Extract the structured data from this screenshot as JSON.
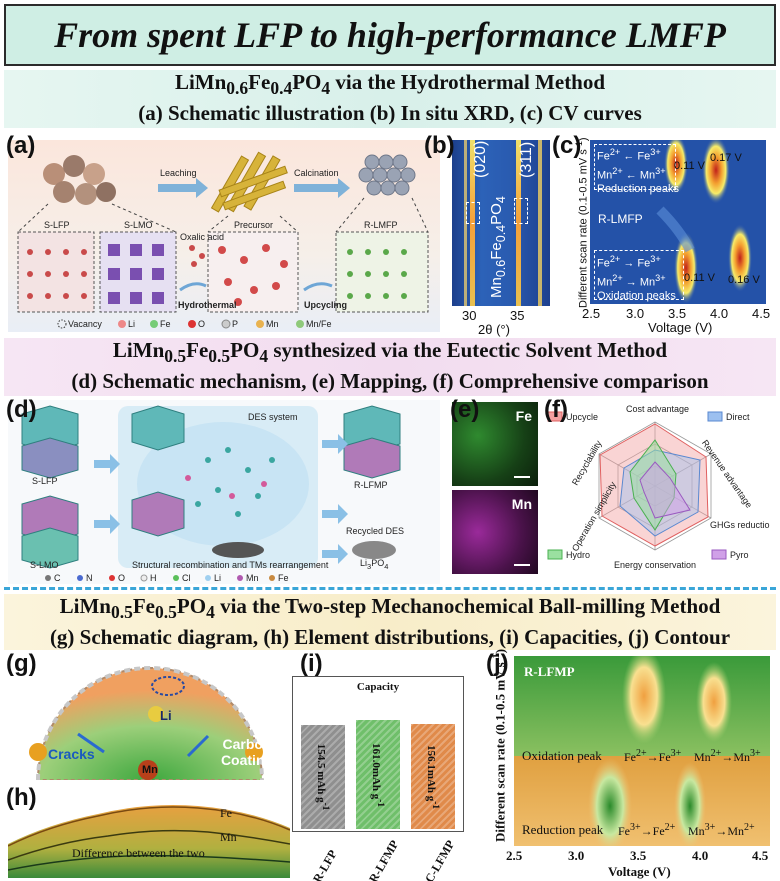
{
  "title": "From spent LFP to high-performance LMFP",
  "section1": {
    "heading_html": "LiMn<sub>0.6</sub>Fe<sub>0.4</sub>PO<sub>4</sub> via the Hydrothermal Method",
    "subheading": "(a) Schematic illustration (b) In situ XRD, (c) CV curves",
    "panel_a": {
      "label": "(a)",
      "leaching": "Leaching",
      "calcination": "Calcination",
      "oxalic": "Oxalic acid",
      "hydrothermal": "Hydrothermal",
      "upcycling": "Upcycling",
      "slfp": "S-LFP",
      "slmo": "S-LMO",
      "precursor": "Precursor",
      "rlmfp": "R-LMFP",
      "legend": [
        "Vacancy",
        "Li",
        "Fe",
        "O",
        "P",
        "Mn",
        "Mn/Fe"
      ]
    },
    "panel_b": {
      "label": "(b)",
      "peak1": "(020)",
      "peak2": "(311)",
      "compound_html": "Mn<sub>0.6</sub>Fe<sub>0.4</sub>PO<sub>4</sub>",
      "ticks": [
        "30",
        "35"
      ],
      "xlabel": "2θ (°)"
    },
    "panel_c": {
      "label": "(c)",
      "ylabel_html": "Different scan rate (0.1-0.5 mV s<sup>-1</sup>)",
      "red_box_html": "Fe<sup>2+</sup> ← Fe<sup>3+</sup><br>Mn<sup>2+</sup> ← Mn<sup>3+</sup><br>Reduction peaks",
      "ox_box_html": "Fe<sup>2+</sup> → Fe<sup>3+</sup><br>Mn<sup>2+</sup> → Mn<sup>3+</sup><br>Oxidation peaks",
      "sample": "R-LMFP",
      "a1": "0.11 V",
      "a2": "0.17 V",
      "a3": "0.11 V",
      "a4": "0.16 V",
      "ticks": [
        "2.5",
        "3.0",
        "3.5",
        "4.0",
        "4.5"
      ],
      "xlabel": "Voltage (V)"
    }
  },
  "section2": {
    "heading_html": "LiMn<sub>0.5</sub>Fe<sub>0.5</sub>PO<sub>4</sub> synthesized via the Eutectic Solvent Method",
    "subheading": "(d) Schematic mechanism, (e) Mapping, (f) Comprehensive comparison",
    "panel_d": {
      "label": "(d)",
      "des": "DES system",
      "slfp": "S-LFP",
      "slmo": "S-LMO",
      "rlfmp": "R-LFMP",
      "recycled": "Recycled DES",
      "li3po4_html": "Li<sub>3</sub>PO<sub>4</sub>",
      "caption": "Structural recombination and TMs rearrangement",
      "legend": [
        "C",
        "N",
        "O",
        "H",
        "Cl",
        "Li",
        "Mn",
        "Fe"
      ]
    },
    "panel_e": {
      "label": "(e)",
      "fe": "Fe",
      "mn": "Mn"
    },
    "panel_f": {
      "label": "(f)",
      "axes": [
        "Cost advantage",
        "Revenue advantage",
        "GHGs reduction",
        "Energy conservation",
        "Operation simplicity",
        "Recyclability"
      ],
      "legend": [
        "Upcycle",
        "Direct",
        "Hydro",
        "Pyro"
      ]
    }
  },
  "section3": {
    "heading_html": "LiMn<sub>0.5</sub>Fe<sub>0.5</sub>PO<sub>4</sub> via the Two-step Mechanochemical Ball-milling Method",
    "subheading": "(g) Schematic diagram, (h) Element distributions, (i) Capacities, (j) Contour",
    "panel_g": {
      "label": "(g)",
      "li": "Li",
      "cracks": "Cracks",
      "carbon": "Carbon Coating",
      "mn": "Mn"
    },
    "panel_h": {
      "label": "(h)",
      "fe": "Fe",
      "mn": "Mn",
      "diff": "Difference between the two"
    },
    "panel_i": {
      "label": "(i)",
      "title": "Capacity",
      "bars": [
        {
          "name": "R-LFP",
          "value_html": "154.5 mAh g<sup>-1</sup>",
          "color": "#8f8f8f",
          "h": 0.8
        },
        {
          "name": "R-LFMP",
          "value_html": "161.0mAh g<sup>-1</sup>",
          "color": "#6fbf6a",
          "h": 0.84
        },
        {
          "name": "C-LFMP",
          "value_html": "156.1mAh g<sup>-1</sup>",
          "color": "#e08a4a",
          "h": 0.81
        }
      ]
    },
    "panel_j": {
      "label": "(j)",
      "ylabel_html": "Different scan rate (0.1-0.5 mV s<sup>-1</sup>)",
      "sample": "R-LFMP",
      "ox": "Oxidation peak",
      "ox1_html": "Fe<sup>2+</sup>→Fe<sup>3+</sup>",
      "ox2_html": "Mn<sup>2+</sup>→Mn<sup>3+</sup>",
      "red": "Reduction peak",
      "red1_html": "Fe<sup>3+</sup>→Fe<sup>2+</sup>",
      "red2_html": "Mn<sup>3+</sup>→Mn<sup>2+</sup>",
      "ticks": [
        "2.5",
        "3.0",
        "3.5",
        "4.0",
        "4.5"
      ],
      "xlabel": "Voltage (V)"
    }
  }
}
